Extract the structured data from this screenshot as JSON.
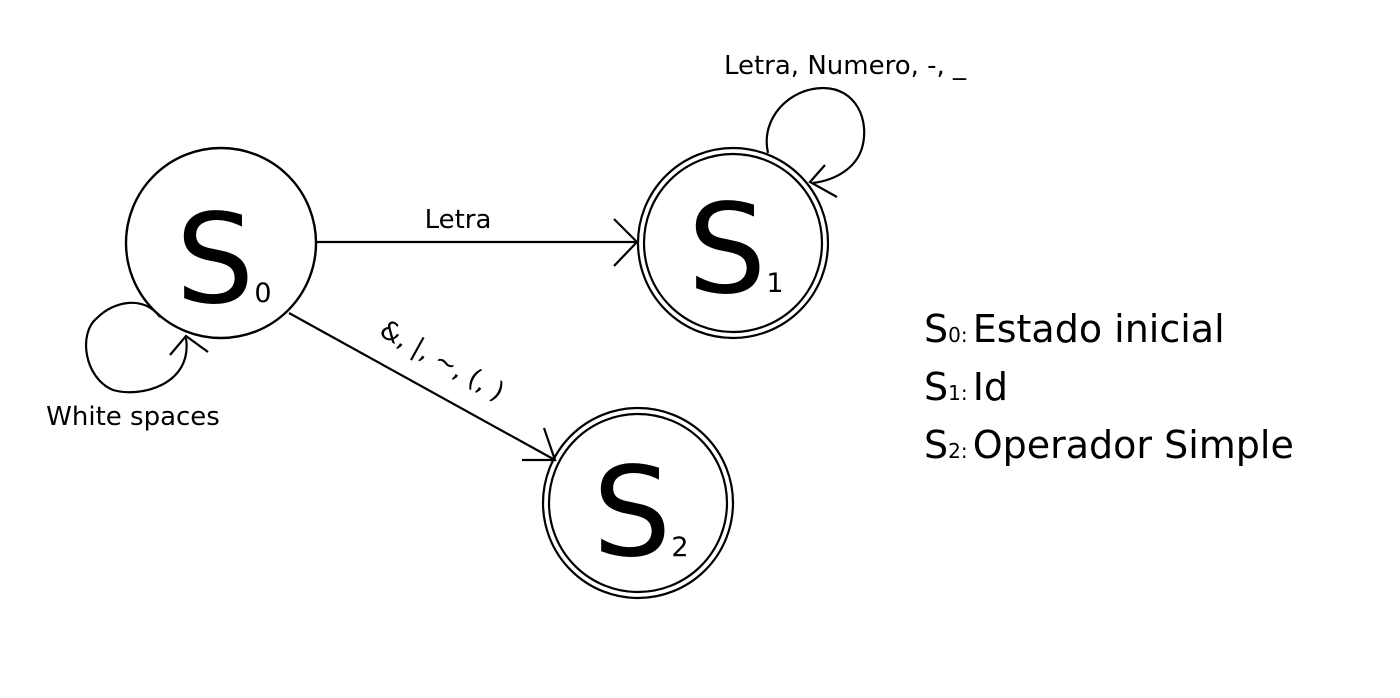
{
  "states": [
    {
      "id": "s0",
      "letter": "S",
      "sub": "0",
      "accepting": false,
      "initial": true
    },
    {
      "id": "s1",
      "letter": "S",
      "sub": "1",
      "accepting": true,
      "initial": false
    },
    {
      "id": "s2",
      "letter": "S",
      "sub": "2",
      "accepting": true,
      "initial": false
    }
  ],
  "transitions": [
    {
      "from": "s0",
      "to": "s0",
      "label": "White spaces"
    },
    {
      "from": "s0",
      "to": "s1",
      "label": "Letra"
    },
    {
      "from": "s1",
      "to": "s1",
      "label": "Letra, Numero, -, _"
    },
    {
      "from": "s0",
      "to": "s2",
      "label": "&, |, ~, (, )"
    }
  ],
  "legend": [
    {
      "letter": "S",
      "sub": "0",
      "sep": ":",
      "desc": "Estado inicial"
    },
    {
      "letter": "S",
      "sub": "1",
      "sep": ":",
      "desc": "Id"
    },
    {
      "letter": "S",
      "sub": "2",
      "sep": ":",
      "desc": "Operador Simple"
    }
  ]
}
